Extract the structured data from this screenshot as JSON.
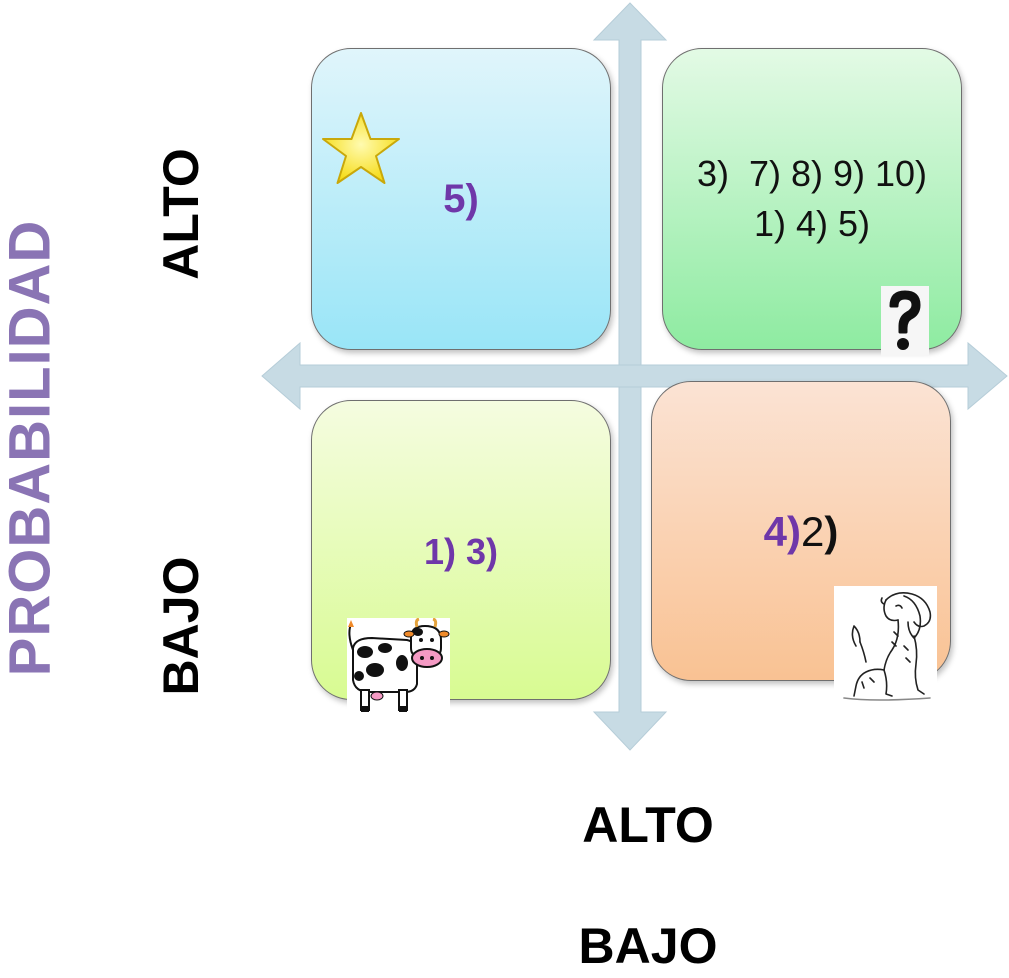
{
  "axes": {
    "y_title": "PROBABILIDAD",
    "y_high": "ALTO",
    "y_low": "BAJO",
    "x_high": "ALTO",
    "x_low": "BAJO"
  },
  "quadrants": {
    "top_left": {
      "text": "5)",
      "icon": "star-icon"
    },
    "top_right": {
      "line1": "3)  7) 8) 9) 10)",
      "line2": "1) 4) 5)",
      "icon": "question-mark-icon"
    },
    "bottom_left": {
      "text": "1) 3)",
      "icon": "cow-icon"
    },
    "bottom_right": {
      "text_purple": "4)",
      "text_num": "2",
      "text_paren": ")",
      "icon": "dog-icon"
    }
  },
  "colors": {
    "axis": "#c7dbe4",
    "axis_title": "#8a74b4",
    "quad_text": "#6f37a9",
    "top_left": "#99e5f7",
    "top_right": "#8eeba1",
    "bottom_left": "#d8fb92",
    "bottom_right": "#f9c293"
  }
}
